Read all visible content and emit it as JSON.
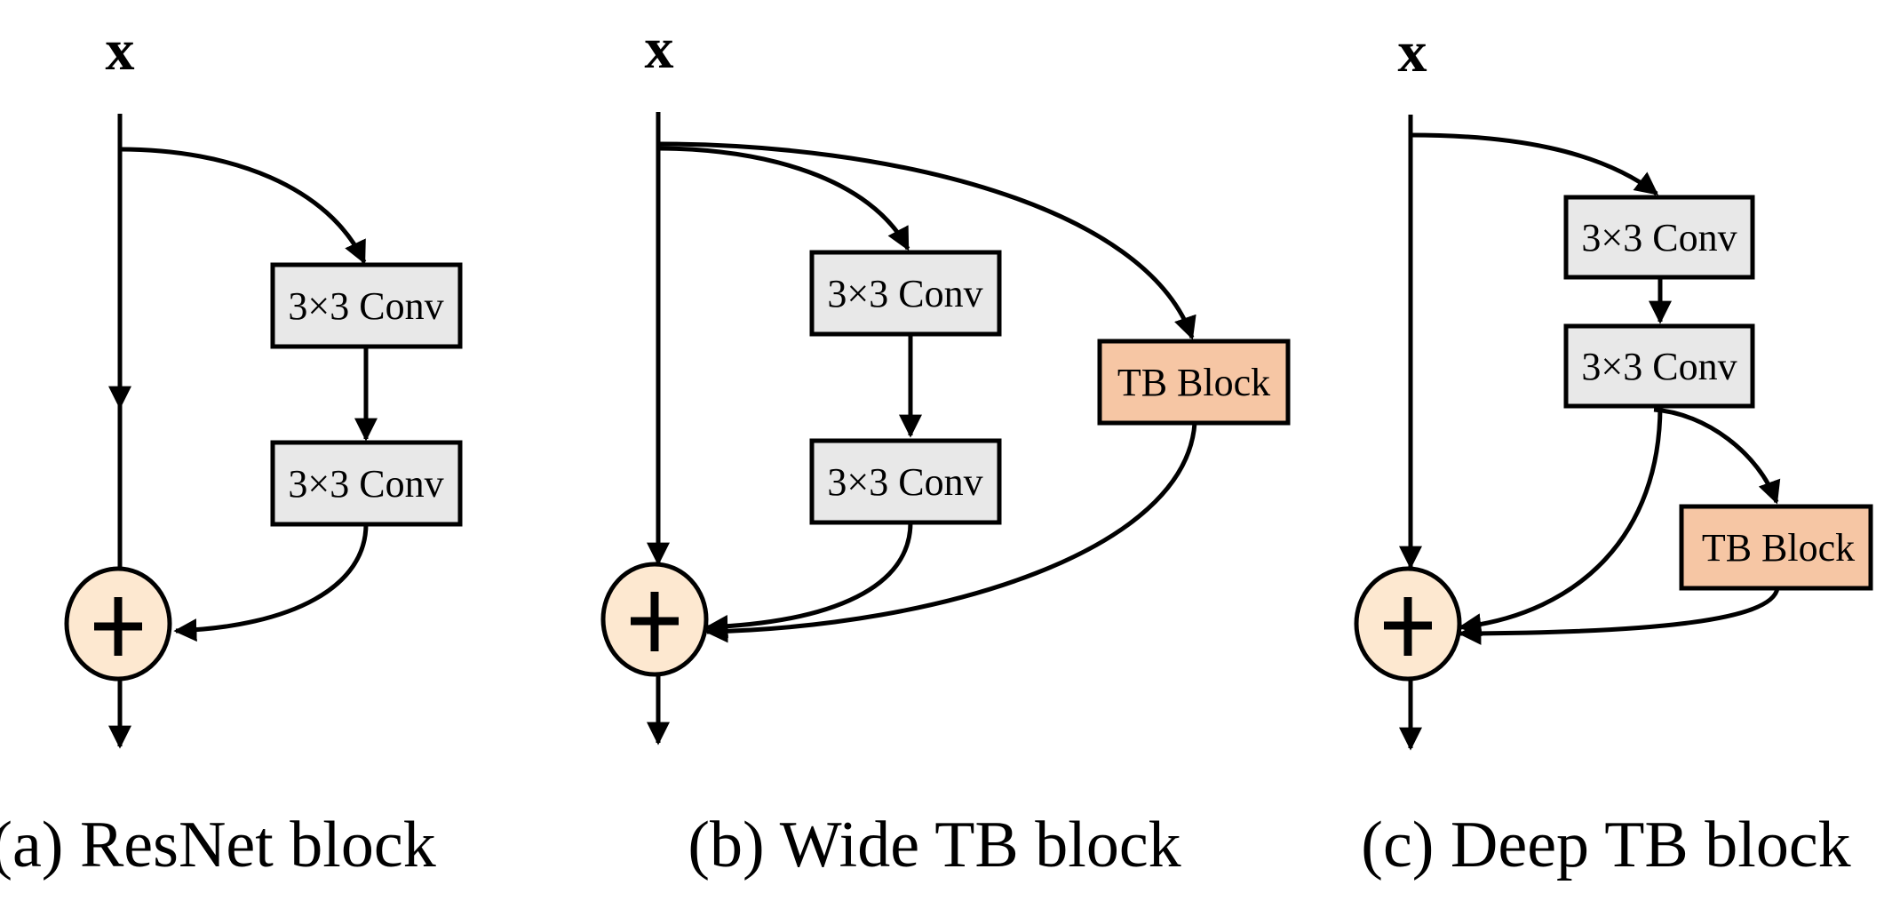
{
  "colors": {
    "conv_fill": "#e8e8e8",
    "tb_fill": "#f6c6a4",
    "sum_fill": "#fde8d0",
    "stroke": "#000000"
  },
  "panels": [
    {
      "id": "a",
      "input_label": "x",
      "sum_symbol": "+",
      "caption": "(a) ResNet block",
      "blocks": [
        {
          "type": "conv",
          "label": "3×3 Conv"
        },
        {
          "type": "conv",
          "label": "3×3 Conv"
        }
      ]
    },
    {
      "id": "b",
      "input_label": "x",
      "sum_symbol": "+",
      "caption": "(b) Wide TB block",
      "blocks": [
        {
          "type": "conv",
          "label": "3×3 Conv"
        },
        {
          "type": "conv",
          "label": "3×3 Conv"
        },
        {
          "type": "tb",
          "label": "TB Block"
        }
      ]
    },
    {
      "id": "c",
      "input_label": "x",
      "sum_symbol": "+",
      "caption": "(c) Deep TB block",
      "blocks": [
        {
          "type": "conv",
          "label": "3×3 Conv"
        },
        {
          "type": "conv",
          "label": "3×3 Conv"
        },
        {
          "type": "tb",
          "label": "TB Block"
        }
      ]
    }
  ]
}
